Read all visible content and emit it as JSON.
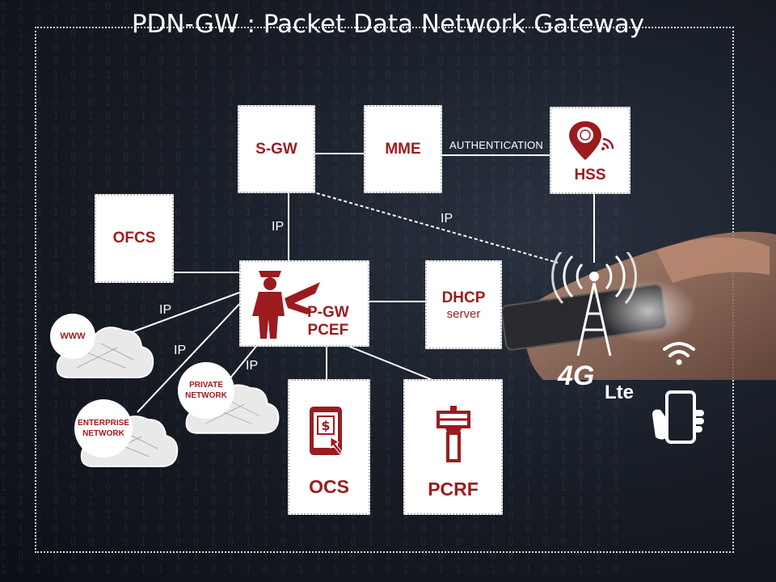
{
  "title": "PDN-GW : Packet Data Network Gateway",
  "colors": {
    "accent": "#9b1b1f",
    "box_bg": "#ffffff",
    "line": "#ffffff"
  },
  "nodes": {
    "sgw": {
      "label": "S-GW"
    },
    "mme": {
      "label": "MME"
    },
    "hss": {
      "label": "HSS",
      "icon": "location-pin-icon"
    },
    "ofcs": {
      "label": "OFCS"
    },
    "pgw": {
      "label_line1": "P-GW",
      "label_line2": "PCEF",
      "icon": "pilot-airplane-icon"
    },
    "dhcp": {
      "label": "DHCP",
      "sub": "server"
    },
    "ocs": {
      "label": "OCS",
      "icon": "tablet-dollar-icon"
    },
    "pcrf": {
      "label": "PCRF",
      "icon": "control-tower-icon"
    }
  },
  "networks": {
    "www": {
      "label": "WWW"
    },
    "enterprise": {
      "label": "ENTERPRISE NETWORK"
    },
    "private": {
      "label": "PRIVATE NETWORK"
    }
  },
  "edge_labels": {
    "authentication": "AUTHENTICATION",
    "ip_sgw_pgw": "IP",
    "ip_sgw_device": "IP",
    "ip_www": "IP",
    "ip_enterprise": "IP",
    "ip_private": "IP"
  },
  "device": {
    "badge_4g": "4G",
    "badge_lte": "Lte",
    "icons": [
      "antenna-tower-icon",
      "wifi-icon",
      "hand-phone-icon"
    ]
  }
}
